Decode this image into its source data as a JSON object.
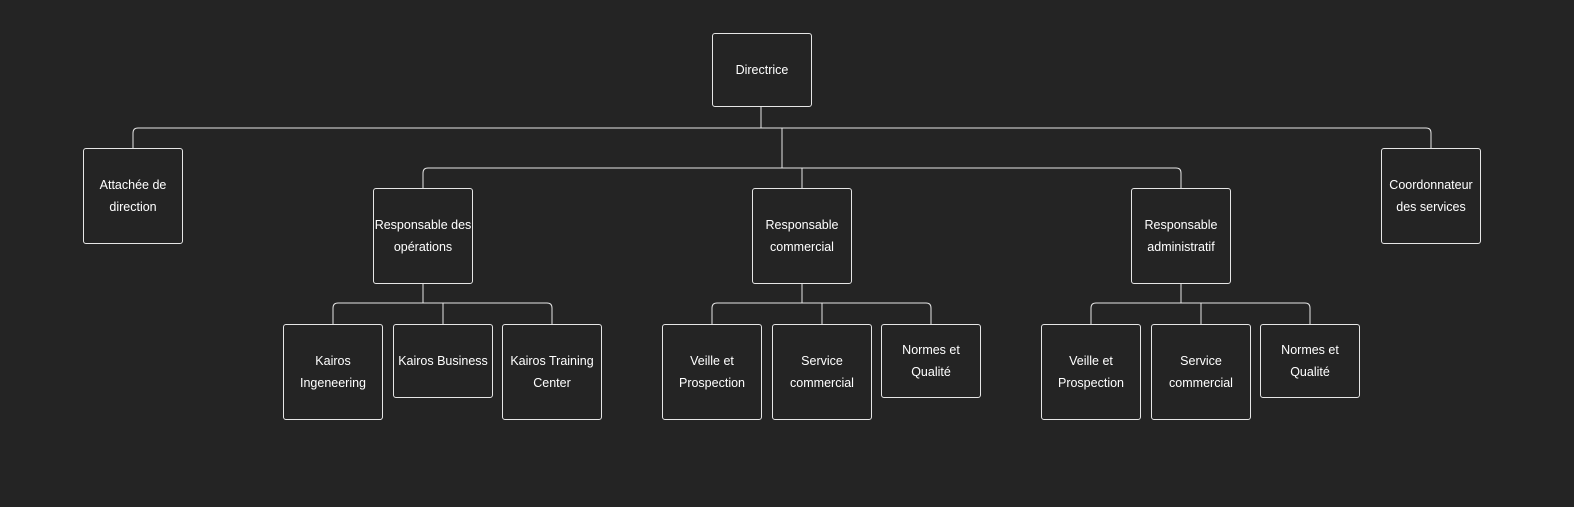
{
  "org_chart": {
    "root": {
      "label": "Directrice"
    },
    "assistant_left": {
      "label": "Attachée de direction"
    },
    "assistant_right": {
      "label": "Coordonnateur des services"
    },
    "managers": [
      {
        "label": "Responsable des opérations",
        "teams": [
          "Kairos Ingeneering",
          "Kairos Business",
          "Kairos Training Center"
        ]
      },
      {
        "label": "Responsable commercial",
        "teams": [
          "Veille et Prospection",
          "Service commercial",
          "Normes et Qualité"
        ]
      },
      {
        "label": "Responsable administratif",
        "teams": [
          "Veille et Prospection",
          "Service commercial",
          "Normes et Qualité"
        ]
      }
    ]
  },
  "colors": {
    "background": "#242424",
    "line": "#e6e6e6",
    "text": "#ffffff"
  }
}
